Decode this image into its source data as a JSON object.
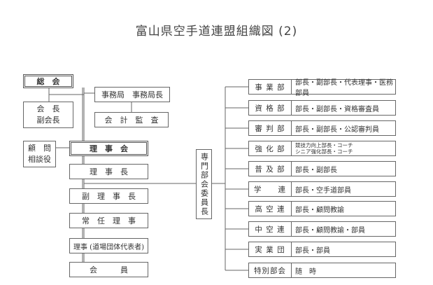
{
  "title": "富山県空手道連盟組織図 (2)",
  "left": {
    "sokai": "総　会",
    "kaicho": "会　長",
    "fukukaicho": "副会長",
    "komon": "顧　問",
    "sodanyaku": "相談役",
    "jimukyoku": "事務局　事務局長",
    "kaikei": "会　計　監　査",
    "rijikai": "理　事　会",
    "rijicho": "理　事　長",
    "fukurijicho": "副　理　事　長",
    "joninriji": "常　任　理　事",
    "riji": "理事 (道場団体代表者)",
    "kaiin": "会　　　員"
  },
  "center": {
    "label": "専門部会委員長"
  },
  "departments": [
    {
      "name": "事 業 部",
      "desc": "部長・副部長・代表理事・医務部員"
    },
    {
      "name": "資 格 部",
      "desc": "部長・副部長・資格審査員"
    },
    {
      "name": "審 判 部",
      "desc": "部長・副部長・公認審判員"
    },
    {
      "name": "強 化 部",
      "desc": "競技力向上部長・コーチ",
      "desc2": "シニア強化部長・コーチ"
    },
    {
      "name": "普 及 部",
      "desc": "部長・副部長"
    },
    {
      "name": "学　　連",
      "desc": "部長・空手道部員"
    },
    {
      "name": "高 空 連",
      "desc": "部長・顧問教諭"
    },
    {
      "name": "中 空 連",
      "desc": "部長・顧問教諭・部員"
    },
    {
      "name": "実 業 団",
      "desc": "部長・部員"
    },
    {
      "name": "特別部会",
      "desc": "随　時"
    }
  ]
}
